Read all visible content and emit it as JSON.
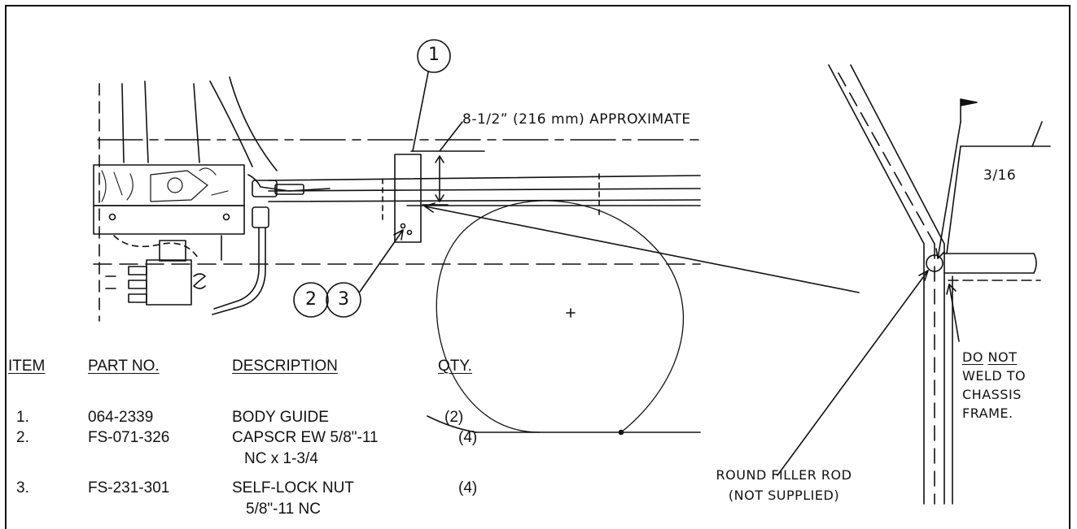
{
  "callouts": {
    "c1": "1",
    "c2": "2",
    "c3": "3"
  },
  "dimension_note": "8-1/2” (216 mm) APPROXIMATE",
  "weld_size": "3/16",
  "notes": {
    "do": "DO",
    "not": "NOT",
    "weld_line2": "WELD TO",
    "weld_line3": "CHASSIS",
    "weld_line4": "FRAME.",
    "filler_line1": "ROUND FILLER ROD",
    "filler_line2": "(NOT SUPPLIED)"
  },
  "parts_table": {
    "headers": {
      "item": "ITEM",
      "part_no": "PART NO.",
      "description": "DESCRIPTION",
      "qty": "QTY."
    },
    "rows": [
      {
        "item": "1.",
        "part_no": "064-2339",
        "description": "BODY GUIDE",
        "description2": "",
        "qty": "(2)"
      },
      {
        "item": "2.",
        "part_no": "FS-071-326",
        "description": "CAPSCR EW 5/8\"-11",
        "description2": "NC x 1-3/4",
        "qty": "(4)"
      },
      {
        "item": "3.",
        "part_no": "FS-231-301",
        "description": "SELF-LOCK NUT",
        "description2": "5/8\"-11 NC",
        "qty": "(4)"
      }
    ]
  }
}
